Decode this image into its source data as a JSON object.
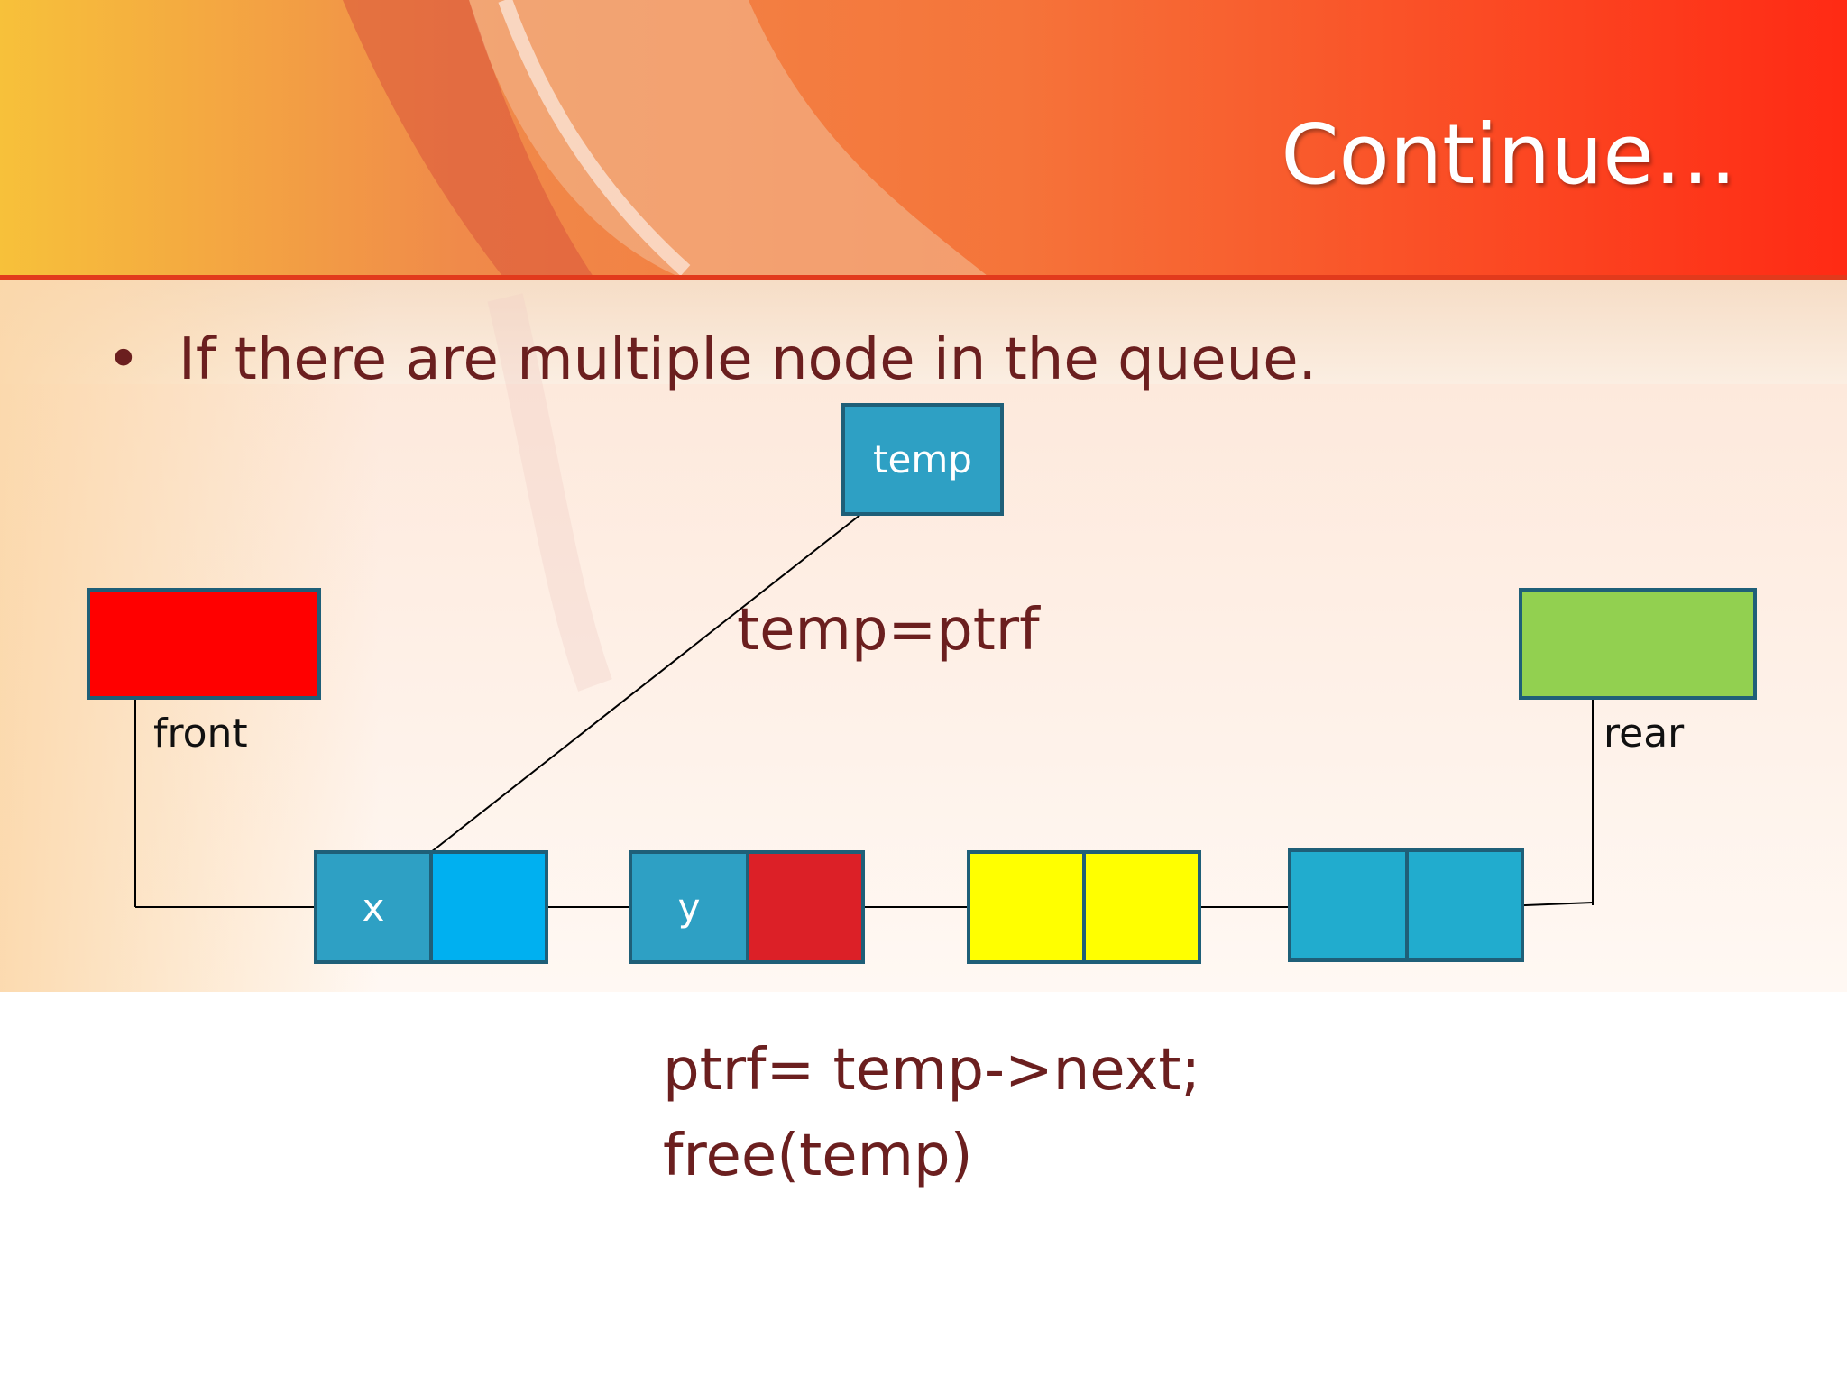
{
  "slide": {
    "title": "Continue…",
    "bullet": "If there are multiple node in the queue.",
    "bullet_symbol": "•"
  },
  "diagram": {
    "temp_label": "temp",
    "front_label": "front",
    "rear_label": "rear",
    "assign_code": "temp=ptrf",
    "node1_data": "x",
    "node2_data": "y",
    "code_line1": "ptrf= temp->next;",
    "code_line2": "free(temp)"
  },
  "colors": {
    "front_box": "#ff0000",
    "rear_box": "#92d050",
    "node_teal": "#2ea0c4",
    "node1_ptr": "#00b0f0",
    "node2_ptr": "#dc2027",
    "node3": "#ffff00",
    "node4": "#21acce",
    "text_maroon": "#6b1f1f"
  }
}
